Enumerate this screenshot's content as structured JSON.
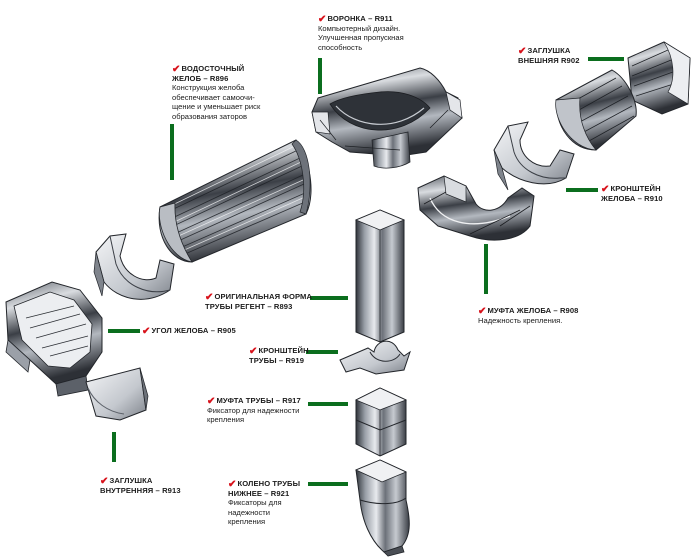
{
  "colors": {
    "connector": "#0b6e1e",
    "check": "#d8121b",
    "metal_dark": "#3a3e45",
    "metal_mid": "#8d929b",
    "metal_light": "#e4e6ea"
  },
  "check_glyph": "✔",
  "callouts": {
    "voronka": {
      "title": "ВОРОНКА – R911",
      "desc": [
        "Компьютерный дизайн.",
        "Улучшенная пропускная",
        "способность"
      ]
    },
    "zhelob": {
      "title": [
        "ВОДОСТОЧНЫЙ",
        "ЖЕЛОБ – R896"
      ],
      "desc": [
        "Конструкция желоба",
        "обеспечивает самоочи-",
        "щение и уменьшает риск",
        "образования заторов"
      ]
    },
    "zaglushka_vnesh": {
      "title": [
        "ЗАГЛУШКА",
        "ВНЕШНЯЯ R902"
      ]
    },
    "kronshtein_zheloba": {
      "title": [
        "КРОНШТЕЙН",
        "ЖЕЛОБА – R910"
      ]
    },
    "ugol": {
      "title": "УГОЛ ЖЕЛОБА – R905"
    },
    "truba": {
      "title": [
        "ОРИГИНАЛЬНАЯ ФОРМА",
        "ТРУБЫ РЕГЕНТ – R893"
      ]
    },
    "mufta_zheloba": {
      "title": "МУФТА ЖЕЛОБА – R908",
      "desc": [
        "Надежность крепления."
      ]
    },
    "kronshtein_truby": {
      "title": [
        "КРОНШТЕЙН",
        "ТРУБЫ – R919"
      ]
    },
    "mufta_truby": {
      "title": "МУФТА ТРУБЫ – R917",
      "desc": [
        "Фиксатор для надежности",
        "крепления"
      ]
    },
    "zaglushka_vnutr": {
      "title": [
        "ЗАГЛУШКА",
        "ВНУТРЕННЯЯ – R913"
      ]
    },
    "koleno": {
      "title": [
        "КОЛЕНО ТРУБЫ",
        "НИЖНЕЕ – R921"
      ],
      "desc": [
        "Фиксаторы для",
        "надежности",
        "крепления"
      ]
    }
  }
}
